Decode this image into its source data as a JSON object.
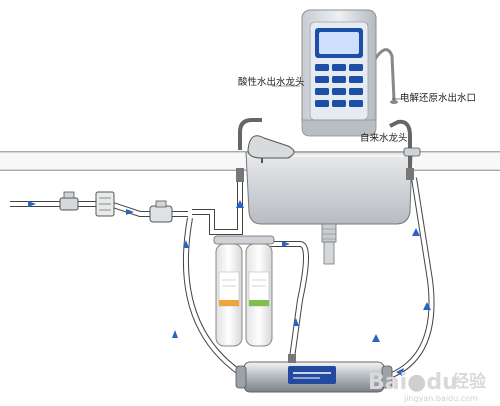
{
  "labels": {
    "acid_faucet": "酸性水出水龙头",
    "electrolyzed_outlet": "电解还原水出水口",
    "tap_faucet": "自来水龙头"
  },
  "watermark": {
    "brand": "Bai",
    "paw": "du",
    "suffix": "经验",
    "url": "jingyan.baidu.com"
  },
  "colors": {
    "pipe_outline": "#444444",
    "flow_arrow": "#2a63c6",
    "machine_body": "#d9dde2",
    "machine_screen": "#1e4fa8",
    "filter_white": "#f2f2f2",
    "filter_orange": "#f0a43c",
    "filter_green": "#7fbf4f",
    "ultrafilter_steel": "#b9bec4",
    "ultrafilter_label": "#2449a0",
    "sink": "#cfd3d7",
    "counter_edge": "#666666"
  }
}
